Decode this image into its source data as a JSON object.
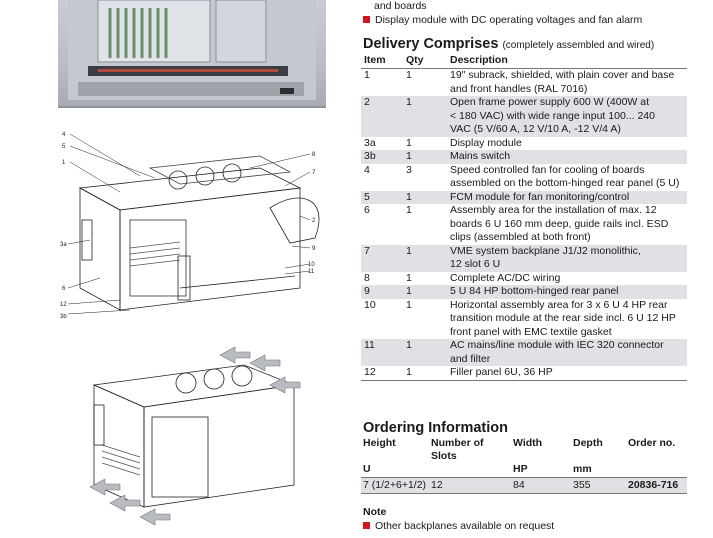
{
  "top_bullets": {
    "line1": "and boards",
    "line2": "Display module with DC operating voltages and fan alarm"
  },
  "delivery": {
    "title": "Delivery Comprises",
    "subtitle": "(completely assembled and wired)",
    "headers": {
      "item": "Item",
      "qty": "Qty",
      "desc": "Description"
    },
    "rows": [
      {
        "item": "1",
        "qty": "1",
        "lines": [
          "19\" subrack, shielded, with plain cover and base",
          "and front handles (RAL 7016)"
        ]
      },
      {
        "item": "2",
        "qty": "1",
        "lines": [
          "Open frame power supply 600 W (400W at",
          "< 180 VAC) with wide range input 100... 240",
          "VAC (5 V/60 A, 12 V/10 A, -12 V/4 A)"
        ]
      },
      {
        "item": "3a",
        "qty": "1",
        "lines": [
          "Display module"
        ]
      },
      {
        "item": "3b",
        "qty": "1",
        "lines": [
          "Mains switch"
        ]
      },
      {
        "item": "4",
        "qty": "3",
        "lines": [
          "Speed controlled fan for cooling of boards",
          "assembled on the bottom-hinged rear panel (5 U)"
        ]
      },
      {
        "item": "5",
        "qty": "1",
        "lines": [
          "FCM module for fan monitoring/control"
        ]
      },
      {
        "item": "6",
        "qty": "1",
        "lines": [
          "Assembly area for the installation of max. 12",
          "boards 6 U 160 mm deep, guide rails incl. ESD",
          "clips (assembled at both front)"
        ]
      },
      {
        "item": "7",
        "qty": "1",
        "lines": [
          "VME system backplane J1/J2 monolithic,",
          "12 slot 6 U"
        ]
      },
      {
        "item": "8",
        "qty": "1",
        "lines": [
          "Complete AC/DC wiring"
        ]
      },
      {
        "item": "9",
        "qty": "1",
        "lines": [
          "5 U 84 HP bottom-hinged rear panel"
        ]
      },
      {
        "item": "10",
        "qty": "1",
        "lines": [
          "Horizontal assembly area for 3 x 6 U 4 HP rear",
          "transition module at the rear side incl. 6 U 12 HP",
          "front panel with EMC textile gasket"
        ]
      },
      {
        "item": "11",
        "qty": "1",
        "lines": [
          "AC mains/line module with IEC 320 connector",
          "and filter"
        ]
      },
      {
        "item": "12",
        "qty": "1",
        "lines": [
          "Filler panel 6U, 36 HP"
        ]
      }
    ]
  },
  "ordering": {
    "title": "Ordering Information",
    "headers": {
      "height": "Height",
      "slots_1": "Number of",
      "slots_2": "Slots",
      "width": "Width",
      "depth": "Depth",
      "order": "Order no."
    },
    "units": {
      "height": "U",
      "width": "HP",
      "depth": "mm"
    },
    "row": {
      "height": "7 (1/2+6+1/2)",
      "slots": "12",
      "width": "84",
      "depth": "355",
      "order": "20836-716"
    }
  },
  "note": {
    "title": "Note",
    "line": "Other backplanes available on request"
  },
  "diagram_callouts": {
    "upper": [
      "4",
      "5",
      "1",
      "3a",
      "6",
      "12",
      "3b",
      "8",
      "7",
      "2",
      "9",
      "10",
      "11"
    ]
  },
  "colors": {
    "accent_red": "#d3141b",
    "row_shade": "#dfe1e4"
  }
}
